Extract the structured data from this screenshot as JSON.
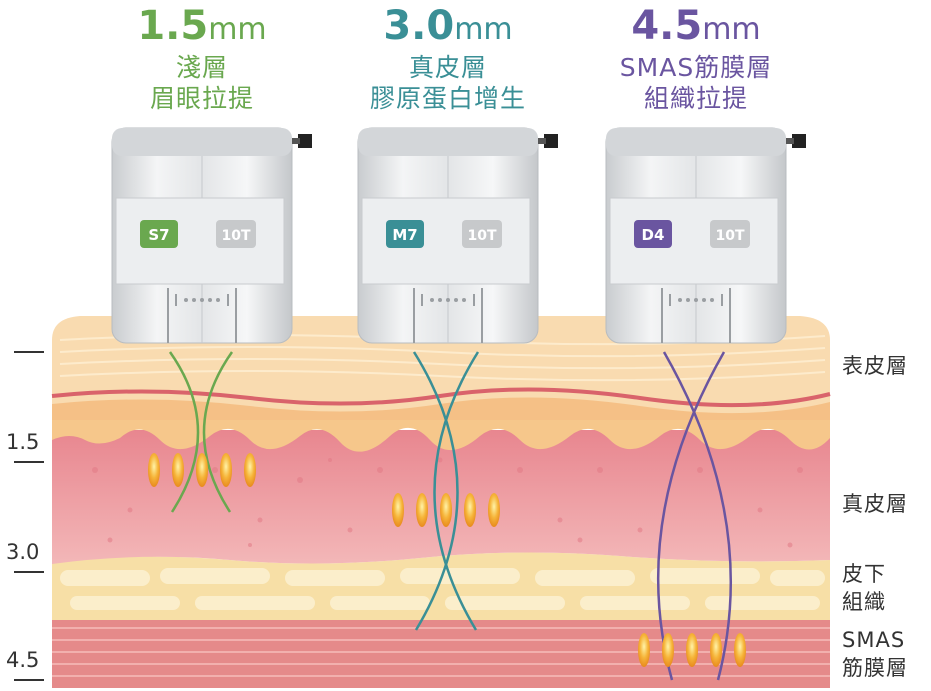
{
  "probes": [
    {
      "depth": "1.5",
      "unit": "mm",
      "line1": "淺層",
      "line2": "眉眼拉提",
      "code": "S7",
      "tt": "10T",
      "color": "#6aa84f"
    },
    {
      "depth": "3.0",
      "unit": "mm",
      "line1": "真皮層",
      "line2": "膠原蛋白增生",
      "code": "M7",
      "tt": "10T",
      "color": "#3a8f96"
    },
    {
      "depth": "4.5",
      "unit": "mm",
      "line1": "SMAS筋膜層",
      "line2": "組織拉提",
      "code": "D4",
      "tt": "10T",
      "color": "#6a55a0"
    }
  ],
  "layers": {
    "epidermis": "表皮層",
    "dermis": "真皮層",
    "subcutaneous_1": "皮下",
    "subcutaneous_2": "組織",
    "smas_1": "SMAS",
    "smas_2": "筋膜層"
  },
  "scale": {
    "a": "1.5",
    "b": "3.0",
    "c": "4.5"
  }
}
